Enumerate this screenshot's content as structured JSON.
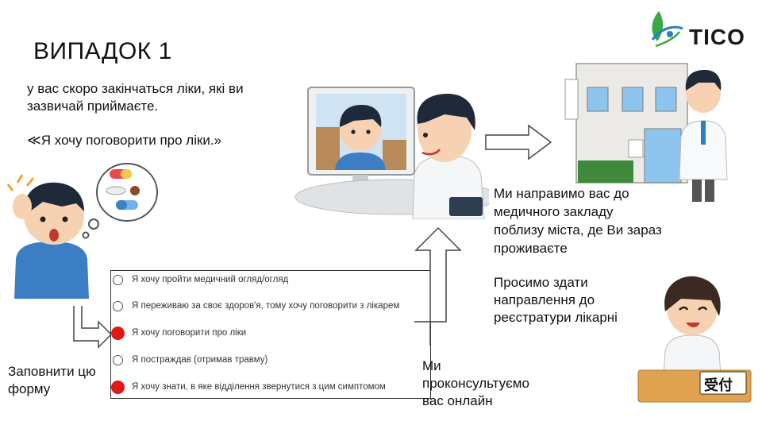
{
  "header": {
    "title": "ВИПАДОК 1",
    "logo_text": "TICO"
  },
  "intro": {
    "line1": "у вас скоро закінчаться ліки, які ви",
    "line2": "зазвичай приймаєте.",
    "quote": "≪Я хочу поговорити про ліки.»"
  },
  "form": {
    "label_line1": "Заповнити цю",
    "label_line2": "форму",
    "options": [
      {
        "label": "Я хочу пройти медичний огляд/огляд",
        "selected": false
      },
      {
        "label": "Я переживаю за своє здоров'я, тому хочу поговорити з лікарем",
        "selected": false
      },
      {
        "label": "Я хочу поговорити про ліки",
        "selected": true
      },
      {
        "label": "Я постраждав (отримав травму)",
        "selected": false
      },
      {
        "label": "Я хочу знати, в яке відділення звернутися з цим симптомом",
        "selected": true
      }
    ]
  },
  "online": {
    "line1": "Ми",
    "line2": "проконсультуємо",
    "line3": "вас онлайн"
  },
  "referral": {
    "line1": "Ми направимо вас до",
    "line2": "медичного закладу",
    "line3": "поблизу міста, де Ви зараз",
    "line4": "проживаєте"
  },
  "reception": {
    "line1": "Просимо здати",
    "line2": "направлення до",
    "line3": "реєстратури лікарні",
    "sign": "受付"
  },
  "colors": {
    "selected_radio": "#e01818",
    "logo_leaf": "#3aa845"
  }
}
